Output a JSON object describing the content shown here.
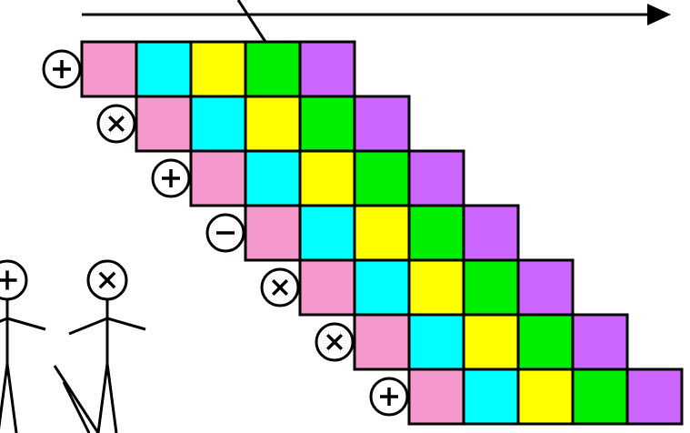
{
  "colors": {
    "pink": "#f598cc",
    "cyan": "#00ffff",
    "yellow": "#ffff00",
    "green": "#00ee00",
    "purple": "#cc66ff",
    "stroke": "#000000",
    "background": "#ffffff"
  },
  "cell_sequence": [
    "pink",
    "cyan",
    "yellow",
    "green",
    "purple"
  ],
  "stages": [
    {
      "operator": "add"
    },
    {
      "operator": "multiply"
    },
    {
      "operator": "add"
    },
    {
      "operator": "subtract"
    },
    {
      "operator": "multiply"
    },
    {
      "operator": "multiply"
    },
    {
      "operator": "add"
    }
  ],
  "figures": [
    {
      "operator": "add"
    },
    {
      "operator": "multiply"
    }
  ],
  "icons": {
    "arrow": "time-arrow-icon",
    "operator_add": "plus-icon",
    "operator_multiply": "times-icon",
    "operator_subtract": "minus-icon",
    "figure": "stick-figure-icon"
  }
}
